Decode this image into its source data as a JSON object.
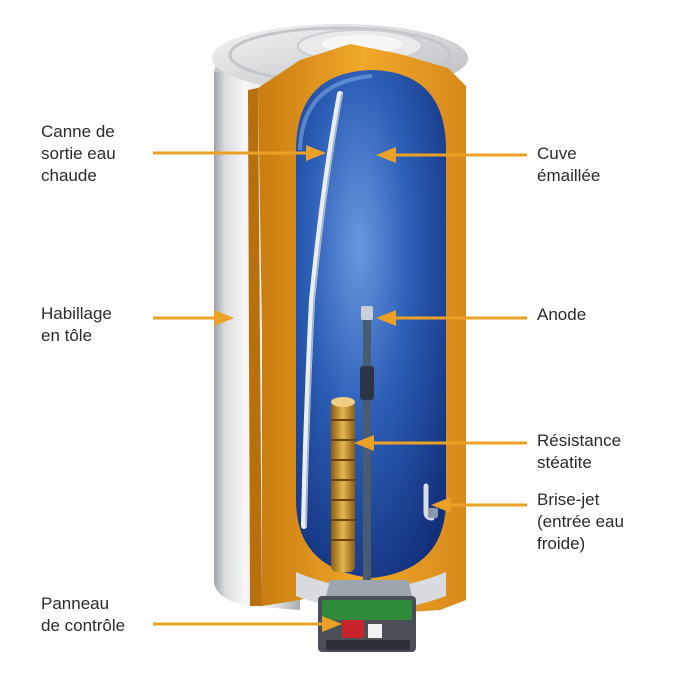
{
  "colors": {
    "shell": "#e4e5e7",
    "shell_shadow": "#b9bcc0",
    "insulation": "#e69a1e",
    "tank_blue": "#1f4fa6",
    "tank_highlight": "#5f8fd8",
    "pointer": "#eaa126",
    "text": "#2b2b2b"
  },
  "labels": {
    "canne": [
      "Canne de",
      "sortie eau",
      "chaude"
    ],
    "habillage": [
      "Habillage",
      "en tôle"
    ],
    "panneau": [
      "Panneau",
      "de contrôle"
    ],
    "cuve": [
      "Cuve",
      "émaillée"
    ],
    "anode": [
      "Anode"
    ],
    "resistance": [
      "Résistance",
      "stéatite"
    ],
    "brise": [
      "Brise-jet",
      "(entrée eau",
      "froide)"
    ]
  }
}
